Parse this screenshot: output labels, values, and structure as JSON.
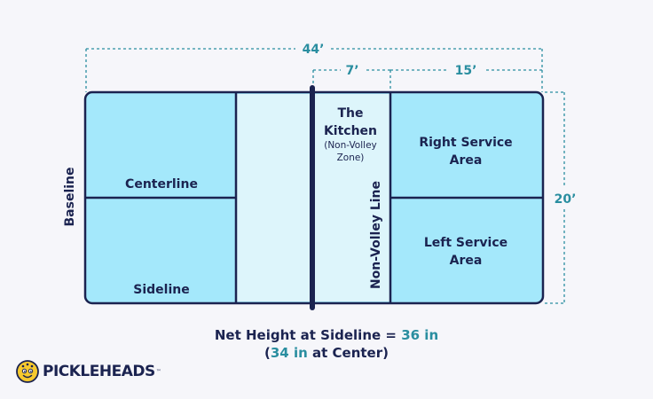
{
  "dimensions": {
    "length": "44’",
    "kitchen_depth": "7’",
    "service_depth": "15’",
    "width": "20’"
  },
  "labels": {
    "baseline": "Baseline",
    "centerline": "Centerline",
    "sideline": "Sideline",
    "kitchen_line1": "The",
    "kitchen_line2": "Kitchen",
    "kitchen_sub1": "(Non-Volley",
    "kitchen_sub2": "Zone)",
    "non_volley_line": "Non-Volley Line",
    "right_service_1": "Right Service",
    "right_service_2": "Area",
    "left_service_1": "Left Service",
    "left_service_2": "Area"
  },
  "caption": {
    "prefix": "Net Height at Sideline = ",
    "sideline_height": "36 in",
    "open_paren": "(",
    "center_height": "34 in",
    "suffix": " at Center)"
  },
  "brand": {
    "name": "PICKLEHEADS",
    "tm": "™"
  },
  "colors": {
    "court_outer": "#a4e8fb",
    "kitchen": "#ddf5fb",
    "line": "#1b2350",
    "dimension": "#2a8ea0",
    "logo_ball": "#f6c92e"
  }
}
